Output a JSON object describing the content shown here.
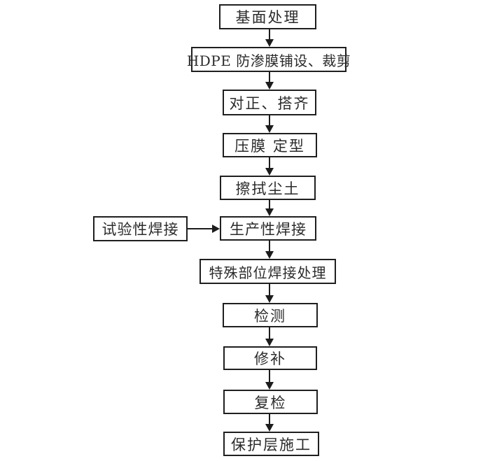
{
  "diagram": {
    "background_color": "#ffffff",
    "line_color": "#1c1c1c",
    "nodes": [
      {
        "id": "base-surface-treatment",
        "label": "基面处理"
      },
      {
        "id": "hdpe-membrane-laying-cutting",
        "label": "HDPE 防渗膜铺设、裁剪"
      },
      {
        "id": "align-overlap",
        "label": "对正、搭齐"
      },
      {
        "id": "press-film-shaping",
        "label": "压膜 定型"
      },
      {
        "id": "wipe-dust",
        "label": "擦拭尘土"
      },
      {
        "id": "trial-welding",
        "label": "试验性焊接"
      },
      {
        "id": "production-welding",
        "label": "生产性焊接"
      },
      {
        "id": "special-parts-welding",
        "label": "特殊部位焊接处理"
      },
      {
        "id": "inspection",
        "label": "检测"
      },
      {
        "id": "repair",
        "label": "修补"
      },
      {
        "id": "re-inspection",
        "label": "复检"
      },
      {
        "id": "protective-layer-construction",
        "label": "保护层施工"
      }
    ],
    "edges": [
      {
        "from": "base-surface-treatment",
        "to": "hdpe-membrane-laying-cutting"
      },
      {
        "from": "hdpe-membrane-laying-cutting",
        "to": "align-overlap"
      },
      {
        "from": "align-overlap",
        "to": "press-film-shaping"
      },
      {
        "from": "press-film-shaping",
        "to": "wipe-dust"
      },
      {
        "from": "wipe-dust",
        "to": "production-welding"
      },
      {
        "from": "trial-welding",
        "to": "production-welding"
      },
      {
        "from": "production-welding",
        "to": "special-parts-welding"
      },
      {
        "from": "special-parts-welding",
        "to": "inspection"
      },
      {
        "from": "inspection",
        "to": "repair"
      },
      {
        "from": "repair",
        "to": "re-inspection"
      },
      {
        "from": "re-inspection",
        "to": "protective-layer-construction"
      }
    ]
  }
}
